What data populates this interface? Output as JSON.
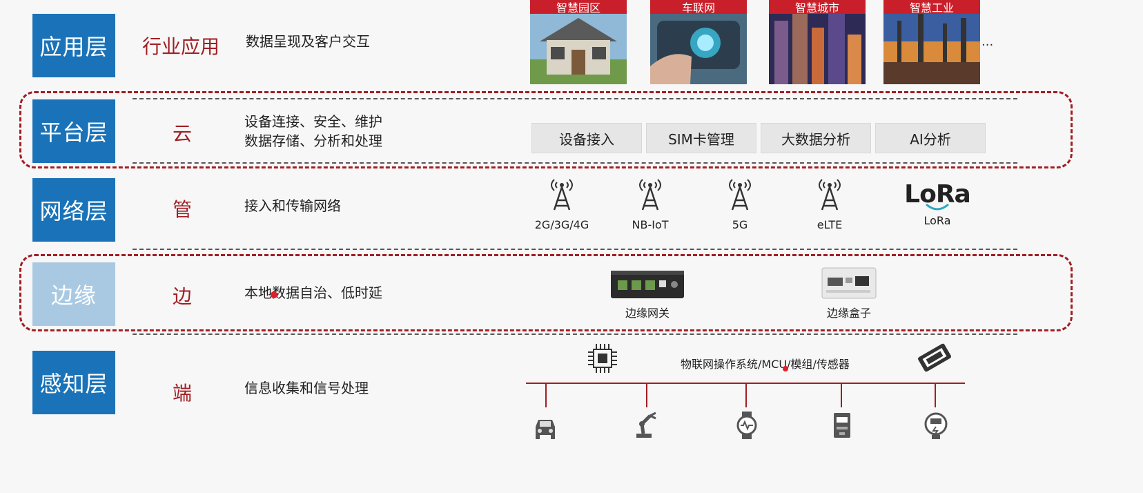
{
  "layers": [
    {
      "name": "应用层",
      "role": "行业应用",
      "desc": [
        "数据呈现及客户交互"
      ]
    },
    {
      "name": "平台层",
      "role": "云",
      "desc": [
        "设备连接、安全、维护",
        "数据存储、分析和处理"
      ]
    },
    {
      "name": "网络层",
      "role": "管",
      "desc": [
        "接入和传输网络"
      ]
    },
    {
      "name": "边缘",
      "role": "边",
      "desc": [
        "本地数据自治、低时延"
      ]
    },
    {
      "name": "感知层",
      "role": "端",
      "desc": [
        "信息收集和信号处理"
      ]
    }
  ],
  "applications": {
    "items": [
      "智慧园区",
      "车联网",
      "智慧城市",
      "智慧工业"
    ],
    "more": "..."
  },
  "platform_services": [
    "设备接入",
    "SIM卡管理",
    "大数据分析",
    "AI分析"
  ],
  "networks": [
    "2G/3G/4G",
    "NB-IoT",
    "5G",
    "eLTE",
    "LoRa"
  ],
  "lora_logo": "LoRa",
  "edge_devices": [
    "边缘网关",
    "边缘盒子"
  ],
  "sensing": {
    "label": "物联网操作系统/MCU/模组/传感器",
    "endpoints": [
      "car-icon",
      "robot-arm-icon",
      "smartwatch-icon",
      "meter-icon",
      "smart-meter-icon"
    ]
  },
  "colors": {
    "layer_blue": "#1a73b8",
    "edge_blue": "#a9c9e3",
    "accent_red": "#a01e24",
    "cap_red": "#c91f2a"
  }
}
